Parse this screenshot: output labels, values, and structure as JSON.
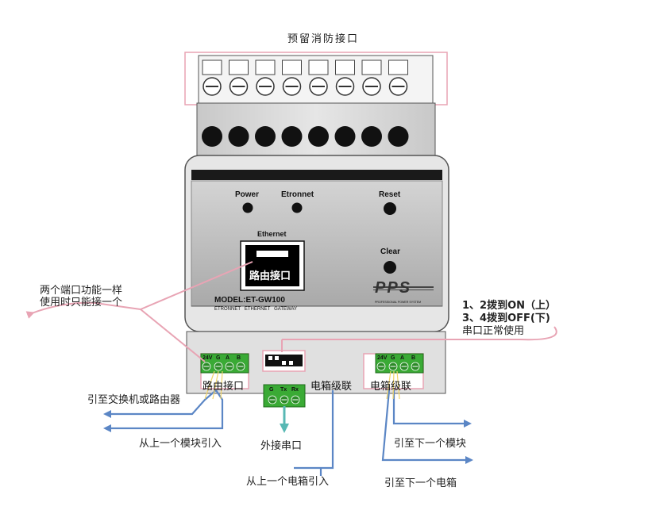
{
  "annotations": {
    "fire_port": "预留消防接口",
    "same_function_line1": "两个端口功能一样",
    "same_function_line2": "使用时只能接一个",
    "dip_line1": "1、2拨到ON（上）",
    "dip_line2": "3、4拨到OFF(下)",
    "dip_line3": "串口正常使用",
    "to_switch": "引至交换机或路由器",
    "from_prev_module": "从上一个模块引入",
    "ext_serial": "外接串口",
    "from_prev_box": "从上一个电箱引入",
    "to_next_module": "引至下一个模块",
    "to_next_box": "引至下一个电箱"
  },
  "device": {
    "led_power": "Power",
    "led_etronnet": "Etronnet",
    "btn_reset": "Reset",
    "btn_clear": "Clear",
    "ethernet_label": "Ethernet",
    "ethernet_port_label": "路由接口",
    "model": "MODEL:ET-GW100",
    "subtitle": "ETRONNET   ETHERNET   GATEWAY",
    "brand": "PPS",
    "brand_sub": "PROFESSIONAL POWER SYSTEM",
    "bottom_router": "路由接口",
    "bottom_cascade1": "电箱级联",
    "bottom_cascade2": "电箱级联",
    "term_left": [
      "24V",
      "G",
      "A",
      "B"
    ],
    "term_right": [
      "24V",
      "G",
      "A",
      "B"
    ],
    "term_serial": [
      "G",
      "Tx",
      "Rx"
    ]
  },
  "colors": {
    "pink": "#e8a4b4",
    "blue": "#5b86c5",
    "teal": "#58b8b4",
    "green": "#3aaa35",
    "body_gray": "#d9d9d9"
  }
}
